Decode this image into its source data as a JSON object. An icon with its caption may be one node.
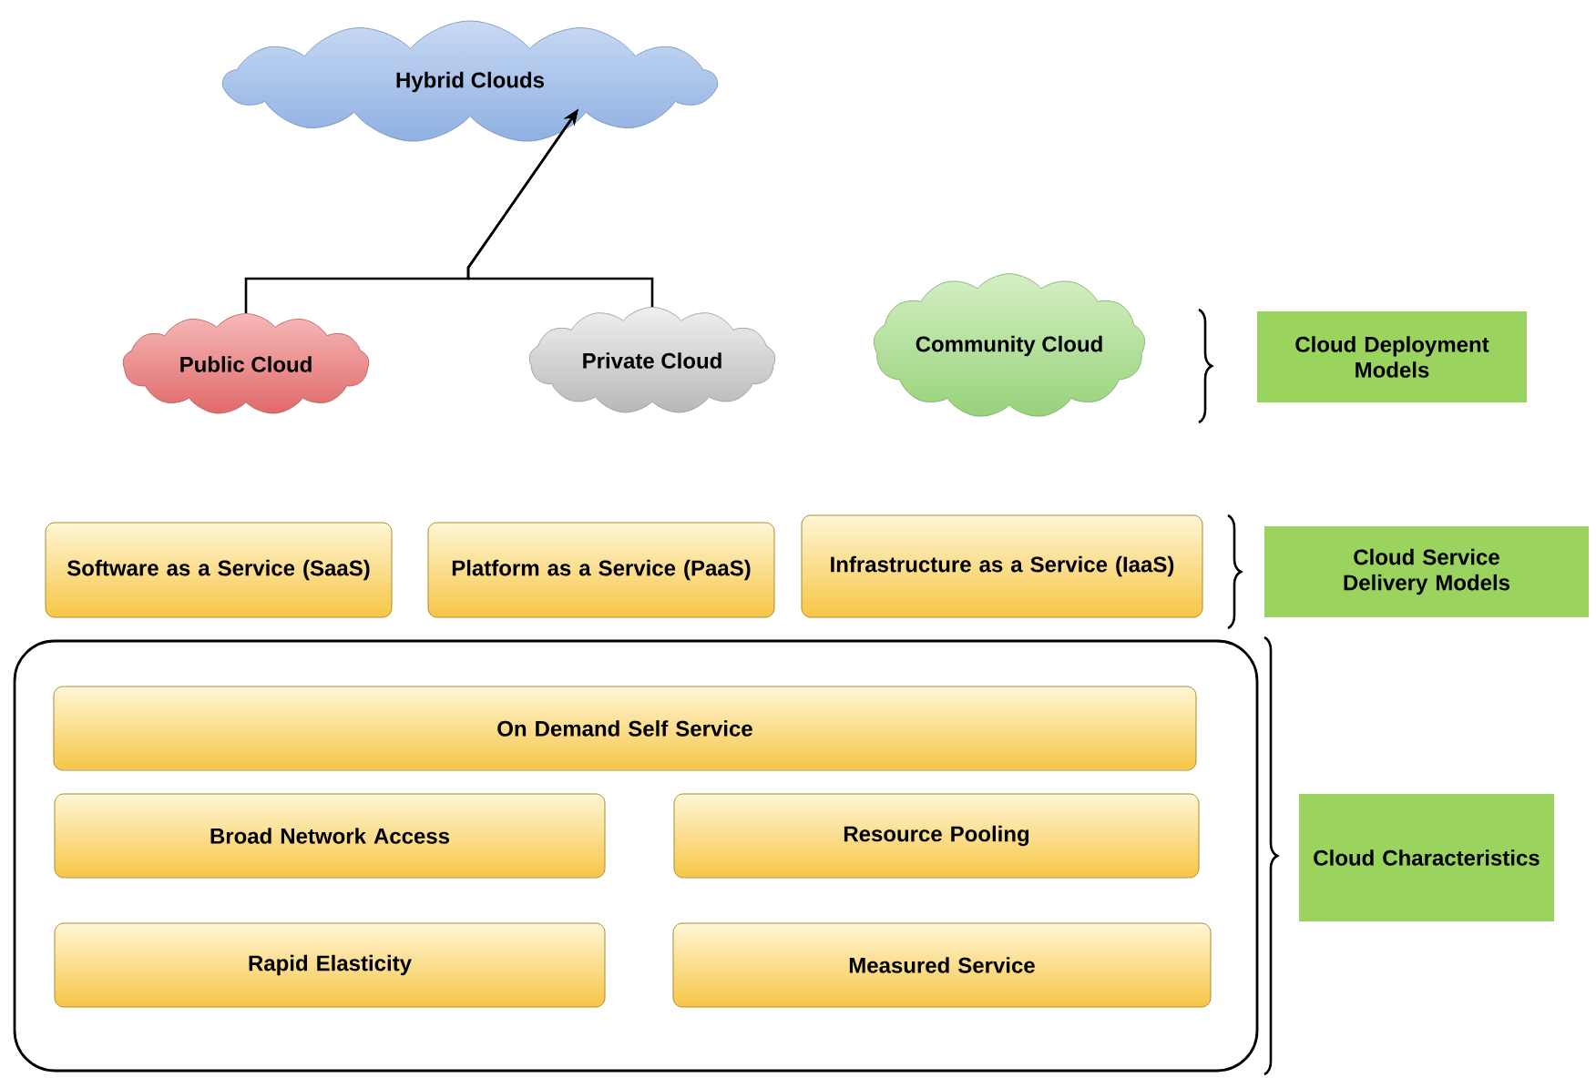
{
  "diagram": {
    "nodes": [
      {
        "text": [
          "Hybrid Clouds"
        ]
      },
      {
        "text": [
          "Public Cloud"
        ]
      },
      {
        "text": [
          "Private Cloud"
        ]
      },
      {
        "text": [
          "Community Cloud"
        ]
      },
      {
        "text": [
          "Cloud Deployment Models"
        ]
      },
      {
        "text": [
          "Software as a Service (SaaS)"
        ]
      },
      {
        "text": [
          "Platform as a Service (PaaS)"
        ]
      },
      {
        "text": [
          "Infrastructure as a Service (IaaS)"
        ]
      },
      {
        "text": [
          "Cloud Service Delivery Models"
        ]
      },
      {
        "text": [],
        "shape": "box"
      },
      {
        "text": [
          "On Demand Self Service"
        ],
        "in": 9
      },
      {
        "text": [
          "Broad Network Access"
        ],
        "in": 9
      },
      {
        "text": [
          "Resource Pooling"
        ],
        "in": 9
      },
      {
        "text": [
          "Rapid Elasticity"
        ],
        "in": 9
      },
      {
        "text": [
          "Measured Service"
        ],
        "in": 9
      },
      {
        "text": [
          "Cloud Characteristics"
        ]
      }
    ],
    "edges": [
      {
        "from": 1,
        "to": 0,
        "arrow": "to"
      },
      {
        "from": 2,
        "to": 0,
        "arrow": "to"
      }
    ]
  }
}
